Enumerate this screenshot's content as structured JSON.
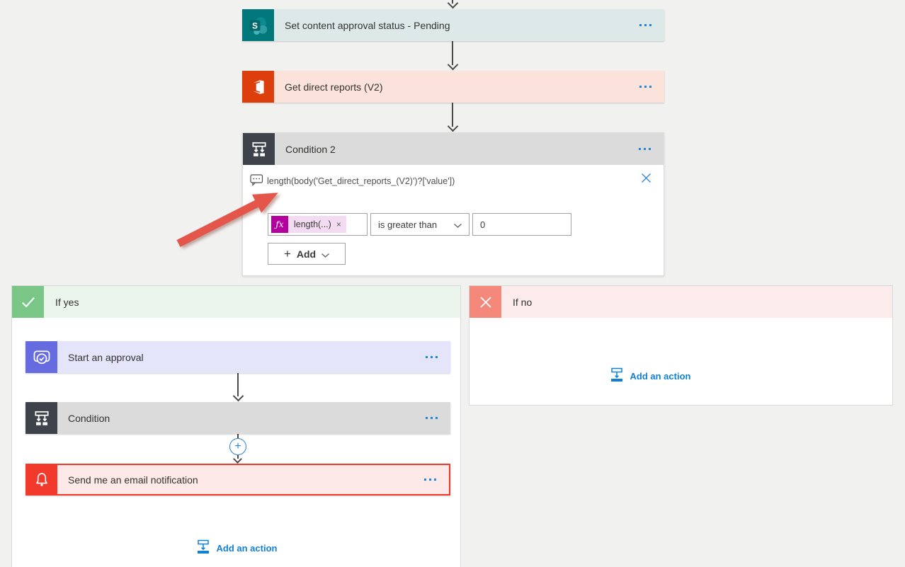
{
  "colors": {
    "background": "#F1F1F0",
    "accent_blue": "#1F85DE",
    "link_blue": "#1180D7",
    "sharepoint_teal": "#03787C",
    "office_orange": "#DC3E0C",
    "condition_dark": "#3E434B",
    "approvals_purple": "#666CDF",
    "notification_red": "#F1392C",
    "selected_border_red": "#EE392B",
    "yes_green": "#79C687",
    "no_salmon": "#F4887B",
    "fx_magenta": "#B4009E",
    "annotation_arrow_red": "#E4564A",
    "connector_gray": "#4A4A4A"
  },
  "chain": {
    "actions": [
      {
        "title": "Set content approval status - Pending",
        "icon": "sharepoint-icon"
      },
      {
        "title": "Get direct reports (V2)",
        "icon": "office365-icon"
      }
    ],
    "condition": {
      "title": "Condition 2",
      "expression": "length(body('Get_direct_reports_(V2)')?['value'])",
      "fx_glyph": "ƒx",
      "operand_label": "length(...)",
      "remove_operand_glyph": "×",
      "operator_selected": "is greater than",
      "value": "0",
      "add_plus_glyph": "+",
      "add_button_label": "Add"
    }
  },
  "branches": {
    "yes": {
      "label": "If yes",
      "actions": [
        {
          "title": "Start an approval",
          "icon": "approvals-icon"
        },
        {
          "title": "Condition",
          "icon": "condition-icon"
        },
        {
          "title": "Send me an email notification",
          "icon": "bell-icon",
          "selected": true
        }
      ],
      "add_action_label": "Add an action"
    },
    "no": {
      "label": "If no",
      "add_action_label": "Add an action"
    }
  }
}
